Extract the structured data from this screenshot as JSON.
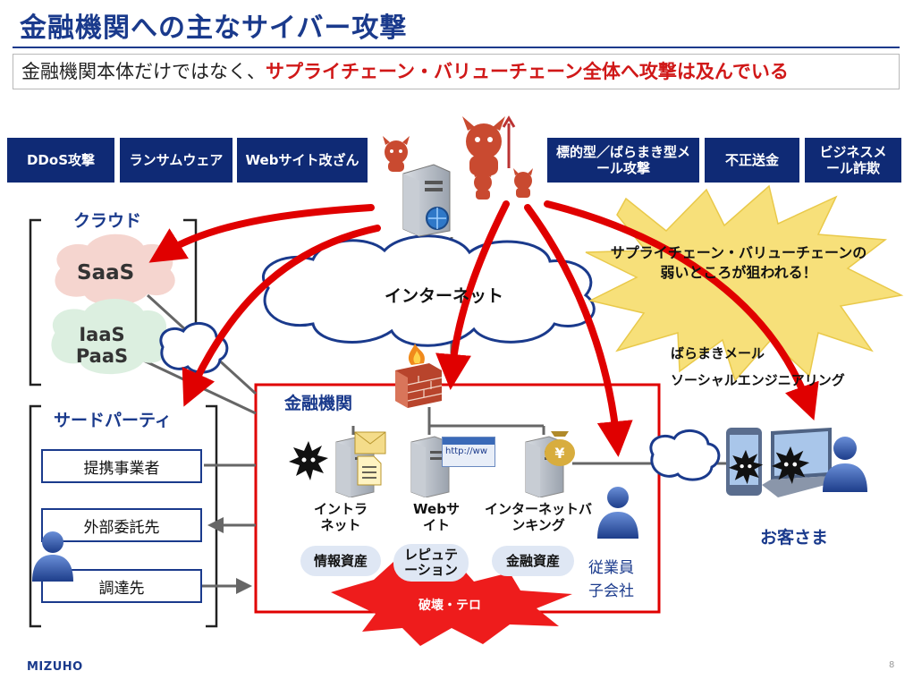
{
  "title": "金融機関への主なサイバー攻撃",
  "subtitle": {
    "plain": "金融機関本体だけではなく、",
    "emphasis": "サプライチェーン・バリューチェーン全体へ攻撃は及んでいる"
  },
  "attack_types": {
    "left": [
      "DDoS攻撃",
      "ランサムウェア",
      "Webサイト改ざん"
    ],
    "right": [
      "標的型／ばらまき型メール攻撃",
      "不正送金",
      "ビジネスメール詐欺"
    ]
  },
  "cloud_section": {
    "label": "クラウド",
    "saas": "SaaS",
    "iaas_paas": "IaaS PaaS"
  },
  "third_party": {
    "label": "サードパーティ",
    "items": [
      "提携事業者",
      "外部委託先",
      "調達先"
    ]
  },
  "internet_label": "インターネット",
  "burst_callout": "サプライチェーン・バリューチェーンの弱いところが狙われる！",
  "institution": {
    "label": "金融機関",
    "servers": [
      "イントラネット",
      "Webサイト",
      "インターネットバンキング"
    ],
    "assets": [
      "情報資産",
      "レピュテーション",
      "金融資産"
    ],
    "staff": "従業員 子会社",
    "destruction": "破壊・テロ",
    "browser_text": "http://ww"
  },
  "email_attack": {
    "line1": "ばらまきメール",
    "line2": "ソーシャルエンジニアリング"
  },
  "customers_label": "お客さま",
  "logo": "MIZUHO",
  "page_number": "8",
  "icons": [
    "devil-icon",
    "server-icon",
    "firewall-icon",
    "envelope-icon",
    "document-icon",
    "money-bag-icon",
    "person-icon",
    "smartphone-icon",
    "laptop-icon",
    "virus-icon",
    "cloud-icon"
  ],
  "colors": {
    "navy": "#0f2a75",
    "red": "#e00000",
    "burst": "#f7e07a"
  }
}
